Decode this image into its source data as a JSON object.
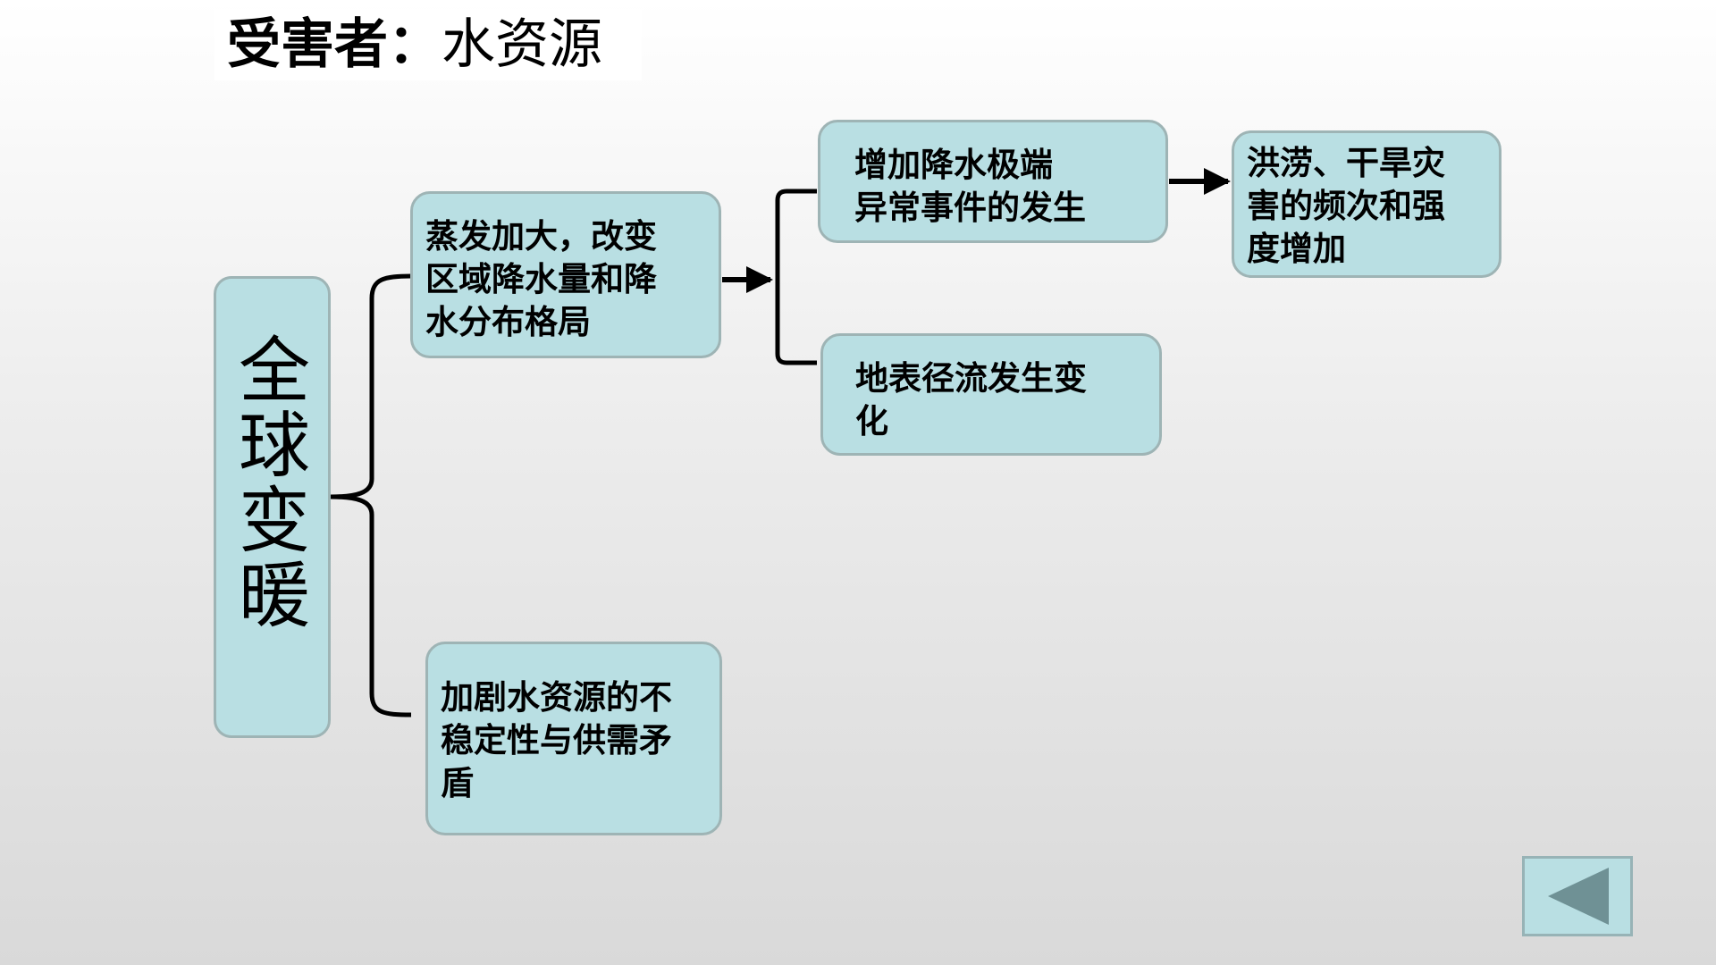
{
  "title": {
    "prefix": "受害者：",
    "subject": "水资源"
  },
  "diagram": {
    "root": "全球变暖",
    "nodes": {
      "evaporation": "蒸发加大，改变\n区域降水量和降\n水分布格局",
      "instability": "加剧水资源的不\n稳定性与供需矛\n盾",
      "extreme": "增加降水极端\n异常事件的发生",
      "runoff": "地表径流发生变\n化",
      "disaster": "洪涝、干旱灾\n害的频次和强\n度增加"
    }
  },
  "colors": {
    "node_fill": "#b9dfe3",
    "node_border": "#9eb4b5",
    "connector": "#000000",
    "back_arrow": "#6f9195"
  },
  "icons": {
    "back_button": "triangle-left-icon"
  }
}
